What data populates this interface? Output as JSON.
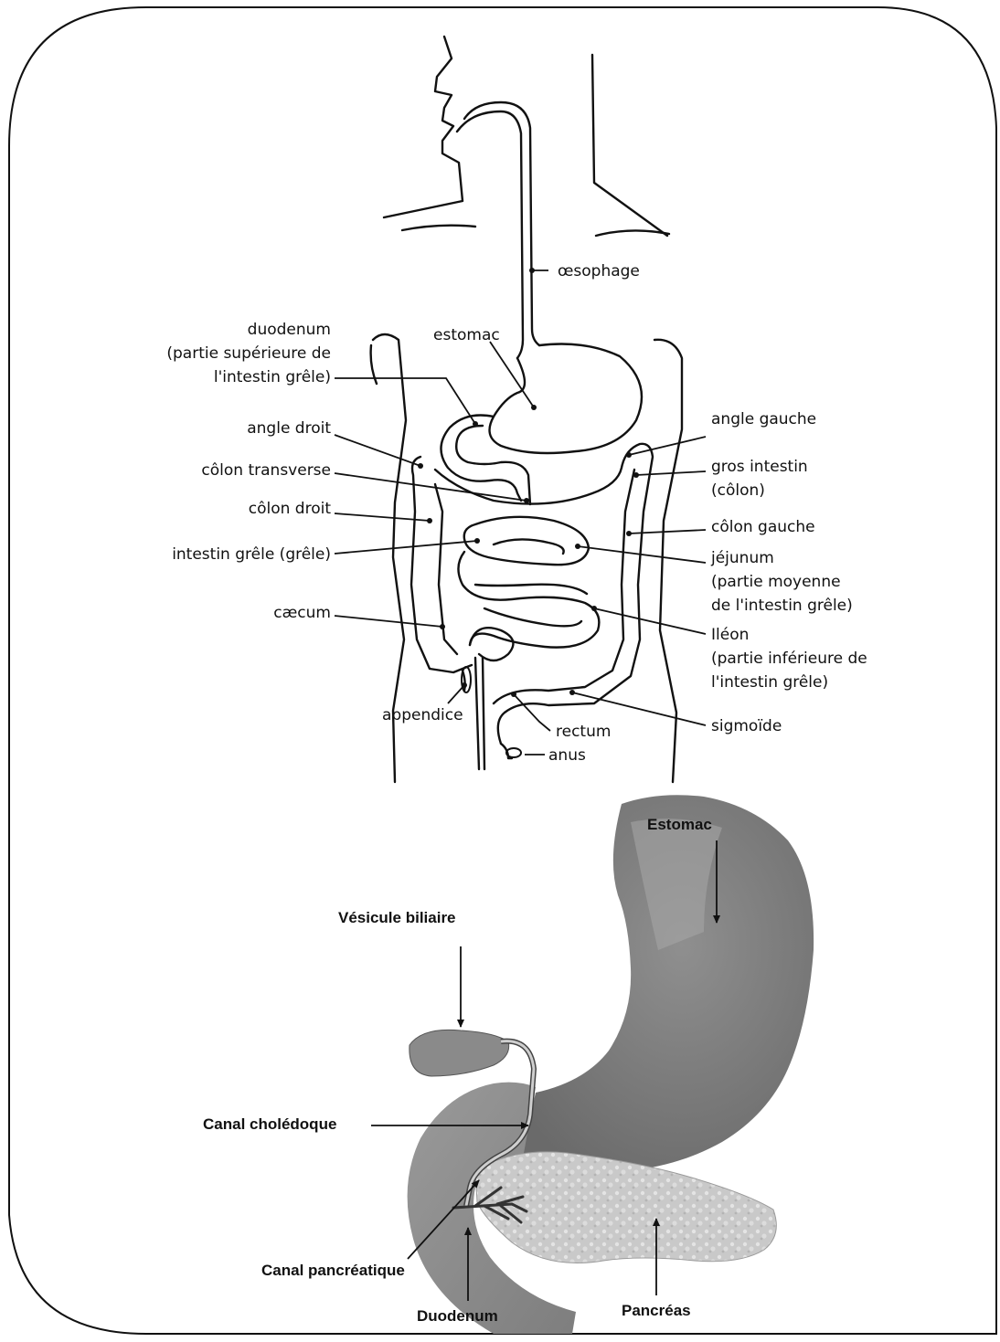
{
  "diagram1": {
    "labels": {
      "oesophage": "œsophage",
      "estomac": "estomac",
      "duodenum_1": "duodenum",
      "duodenum_2": "(partie supérieure de",
      "duodenum_3": "l'intestin grêle)",
      "angle_droit": "angle droit",
      "colon_transverse": "côlon transverse",
      "colon_droit": "côlon droit",
      "intestin_grele": "intestin grêle (grêle)",
      "caecum": "cæcum",
      "appendice": "appendice",
      "angle_gauche": "angle gauche",
      "gros_intestin_1": "gros intestin",
      "gros_intestin_2": "(côlon)",
      "colon_gauche": "côlon gauche",
      "jejunum_1": "jéjunum",
      "jejunum_2": "(partie moyenne",
      "jejunum_3": "de l'intestin grêle)",
      "ileon_1": "Iléon",
      "ileon_2": "(partie inférieure de",
      "ileon_3": "l'intestin grêle)",
      "sigmoide": "sigmoïde",
      "rectum": "rectum",
      "anus": "anus"
    }
  },
  "diagram2": {
    "labels": {
      "estomac": "Estomac",
      "vesicule": "Vésicule biliaire",
      "choledoque": "Canal cholédoque",
      "pancreatique": "Canal pancréatique",
      "duodenum": "Duodenum",
      "pancreas": "Pancréas"
    }
  }
}
